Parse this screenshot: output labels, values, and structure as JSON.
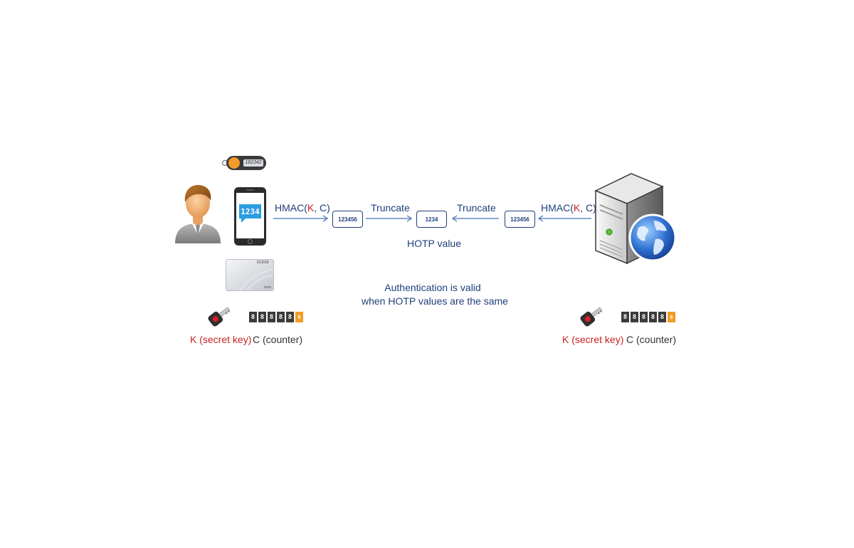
{
  "left_side": {
    "token_display": "182342",
    "phone_display": "1234",
    "card_number": "210319",
    "key_label": "K (secret key)",
    "counter_label": "C (counter)",
    "counter_digits": [
      "8",
      "8",
      "8",
      "8",
      "8",
      "8"
    ]
  },
  "right_side": {
    "key_label": "K (secret key)",
    "counter_label": "C (counter)",
    "counter_digits": [
      "8",
      "8",
      "8",
      "8",
      "8",
      "8"
    ]
  },
  "flow": {
    "hmac_left_prefix": "HMAC(",
    "hmac_left_k": "K",
    "hmac_left_suffix": ", C)",
    "hmac_right_prefix": "HMAC(",
    "hmac_right_k": "K",
    "hmac_right_suffix": ", C)",
    "truncate_left": "Truncate",
    "truncate_right": "Truncate",
    "box_left": "123456",
    "box_center": "1234",
    "box_right": "123456",
    "hotp_value_label": "HOTP value"
  },
  "note": {
    "line1": "Authentication is valid",
    "line2": "when HOTP values are the same"
  },
  "colors": {
    "arrow": "#4a74b8",
    "label_blue": "#1f3f7a",
    "key_red": "#cc1f1f",
    "counter_accent": "#f39a27"
  }
}
